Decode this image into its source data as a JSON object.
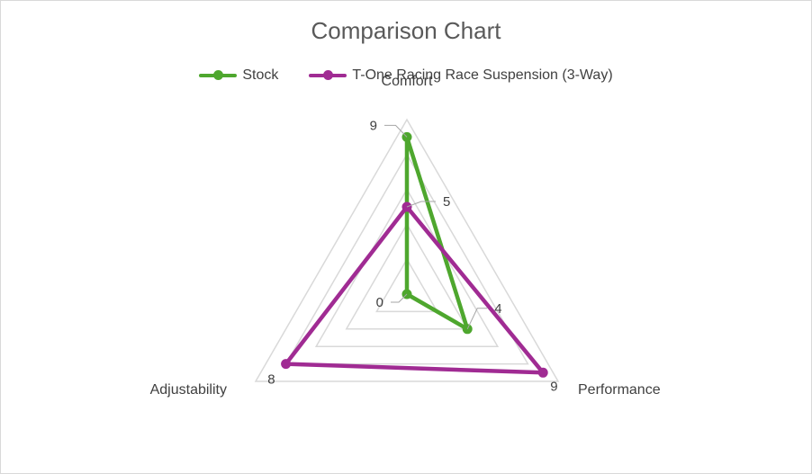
{
  "chart_data": {
    "type": "radar",
    "title": "Comparison Chart",
    "categories": [
      "Comfort",
      "Performance",
      "Adjustability"
    ],
    "rmax": 10,
    "grid_levels": [
      2,
      4,
      6,
      8,
      10
    ],
    "legend_position": "top",
    "series": [
      {
        "name": "Stock",
        "values": [
          9,
          4,
          0
        ],
        "color": "#4ea72e"
      },
      {
        "name": "T-One Racing Race Suspension (3-Way)",
        "values": [
          5,
          9,
          8
        ],
        "color": "#a02b93"
      }
    ],
    "data_labels": [
      {
        "series": 0,
        "index": 0,
        "text": "9"
      },
      {
        "series": 1,
        "index": 0,
        "text": "5"
      },
      {
        "series": 0,
        "index": 2,
        "text": "0"
      },
      {
        "series": 0,
        "index": 1,
        "text": "4"
      },
      {
        "series": 1,
        "index": 1,
        "text": "9"
      },
      {
        "series": 1,
        "index": 2,
        "text": "8"
      }
    ],
    "grid_color": "#d9d9d9"
  }
}
